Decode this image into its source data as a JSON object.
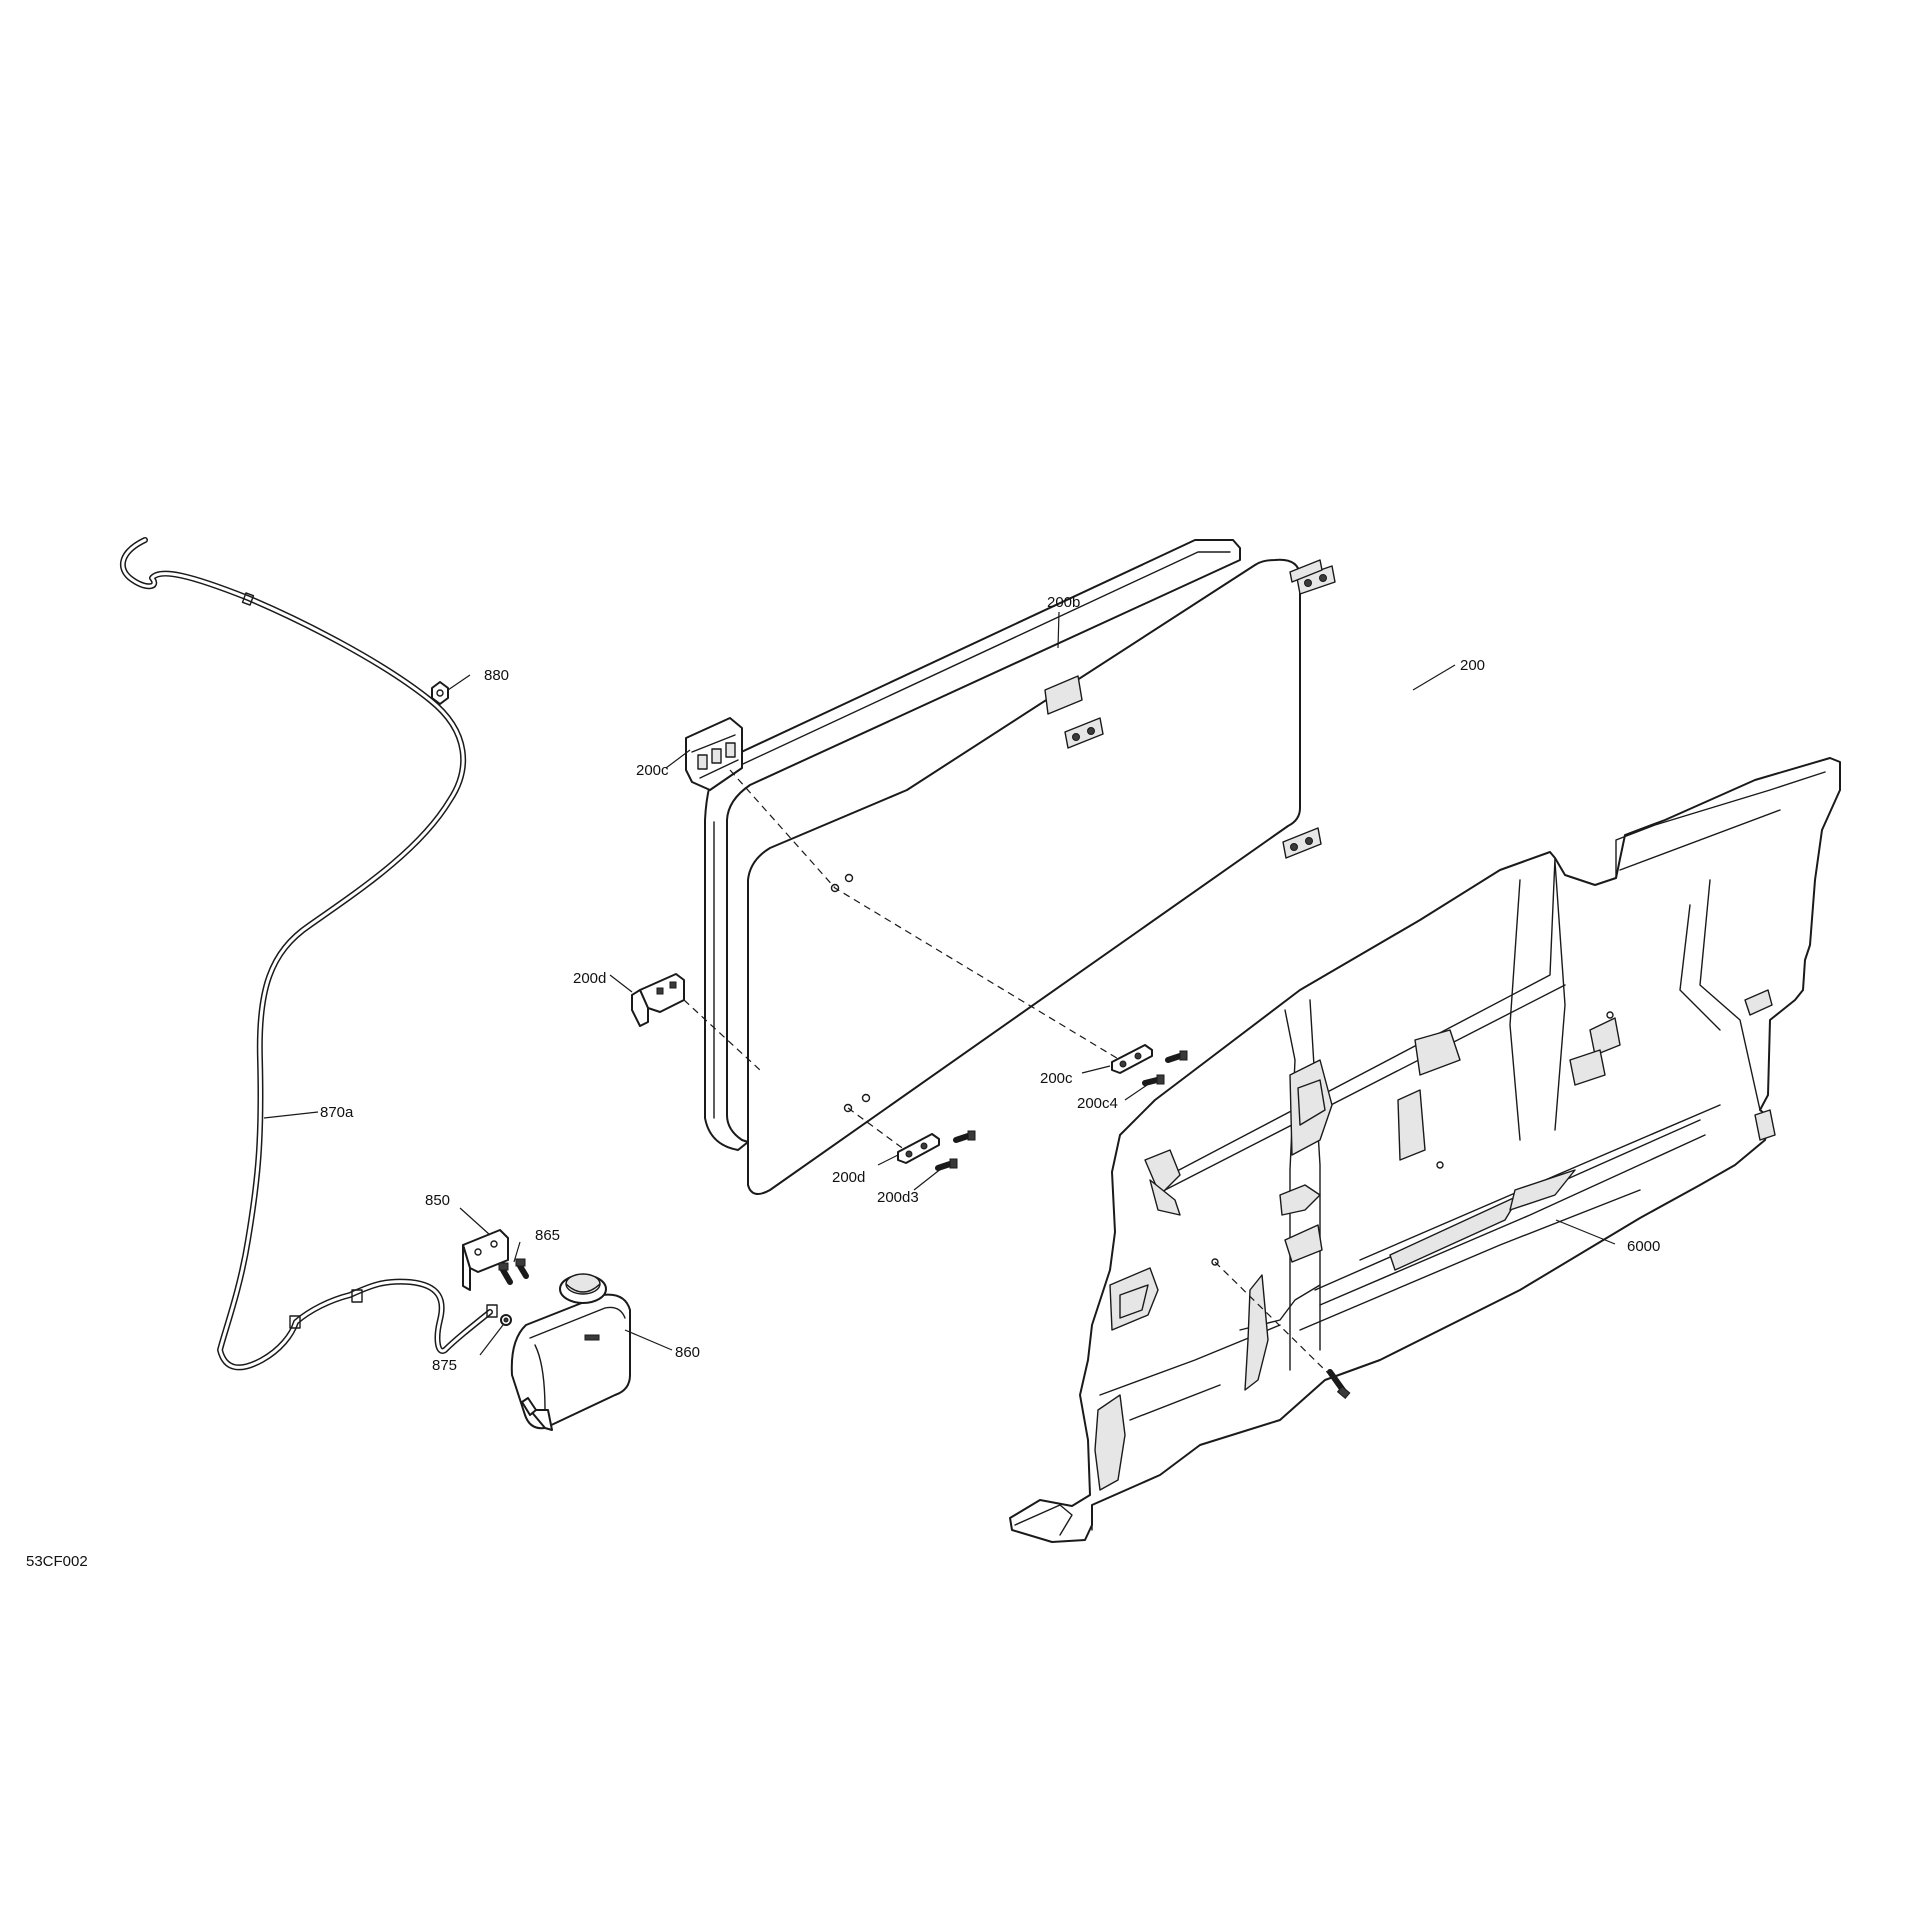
{
  "diagram": {
    "drawing_code": "53CF002",
    "callouts": {
      "c200b": "200b",
      "c200": "200",
      "c880": "880",
      "c200c_top": "200c",
      "c200d_left": "200d",
      "c200c_right": "200c",
      "c200c4": "200c4",
      "c200d_bottom": "200d",
      "c200d3": "200d3",
      "c870a": "870a",
      "c850": "850",
      "c865": "865",
      "c875": "875",
      "c860": "860",
      "c6000": "6000"
    }
  }
}
